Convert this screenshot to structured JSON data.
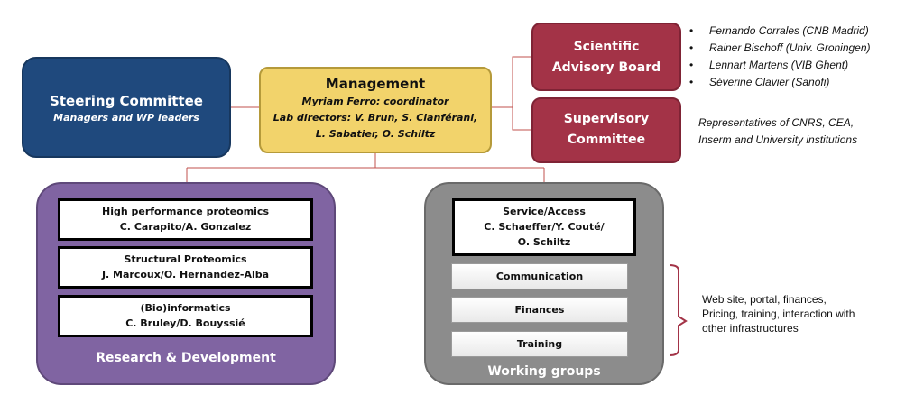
{
  "steering": {
    "title": "Steering Committee",
    "subtitle": "Managers and WP leaders"
  },
  "management": {
    "title": "Management",
    "lines": [
      "Myriam Ferro: coordinator",
      "Lab directors: V. Brun, S. Cianférani,",
      "L. Sabatier, O. Schiltz"
    ]
  },
  "advisory": {
    "lines": [
      "Scientific",
      "Advisory Board"
    ],
    "members": [
      "Fernando Corrales (CNB Madrid)",
      "Rainer Bischoff (Univ. Groningen)",
      "Lennart Martens  (VIB Ghent)",
      "Séverine Clavier (Sanofi)"
    ]
  },
  "supervisory": {
    "lines": [
      "Supervisory",
      "Committee"
    ],
    "note_lines": [
      "Representatives of CNRS, CEA,",
      "Inserm and University institutions"
    ]
  },
  "rd": {
    "label": "Research & Development",
    "boxes": [
      {
        "title": "High performance proteomics",
        "people": "C. Carapito/A. Gonzalez"
      },
      {
        "title": "Structural Proteomics",
        "people": "J. Marcoux/O. Hernandez-Alba"
      },
      {
        "title": "(Bio)informatics",
        "people": "C. Bruley/D. Bouyssié"
      }
    ]
  },
  "wg": {
    "label": "Working groups",
    "service": {
      "title": "Service/Access",
      "lines": [
        "C. Schaeffer/Y. Couté/",
        "O. Schiltz"
      ]
    },
    "groups": [
      "Communication",
      "Finances",
      "Training"
    ],
    "note_lines": [
      "Web site, portal, finances,",
      "Pricing, training, interaction with",
      "other infrastructures"
    ]
  },
  "colors": {
    "steering": "#1f497d",
    "management": "#f2d36b",
    "committees": "#a33347",
    "rd": "#8064a2",
    "wg": "#8c8c8c",
    "connectors": "#c0504d"
  }
}
